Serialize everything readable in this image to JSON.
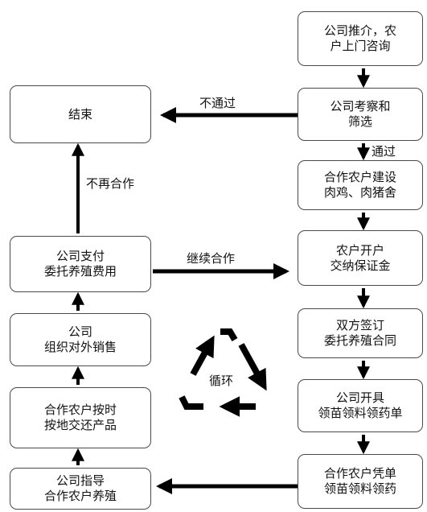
{
  "nodes": {
    "recommend": {
      "line1": "公司推介，农",
      "line2": "户上门咨询"
    },
    "inspect": {
      "line1": "公司考察和",
      "line2": "筛选"
    },
    "build": {
      "line1": "合作农户建设",
      "line2": "肉鸡、肉猪舍"
    },
    "account": {
      "line1": "农户开户",
      "line2": "交纳保证金"
    },
    "sign": {
      "line1": "双方签订",
      "line2": "委托养殖合同"
    },
    "issue": {
      "line1": "公司开具",
      "line2": "领苗领料领药单"
    },
    "collect": {
      "line1": "合作农户凭单",
      "line2": "领苗领料领药"
    },
    "guide": {
      "line1": "公司指导",
      "line2": "合作农户养殖"
    },
    "deliver": {
      "line1": "合作农户按时",
      "line2": "按地交还产品"
    },
    "sell": {
      "line1": "公司",
      "line2": "组织对外销售"
    },
    "pay": {
      "line1": "公司支付",
      "line2": "委托养殖费用"
    },
    "end": {
      "line1": "结束"
    }
  },
  "edges": {
    "fail": "不通过",
    "pass": "通过",
    "stop": "不再合作",
    "continue": "继续合作"
  },
  "cycle": {
    "label": "循环"
  }
}
